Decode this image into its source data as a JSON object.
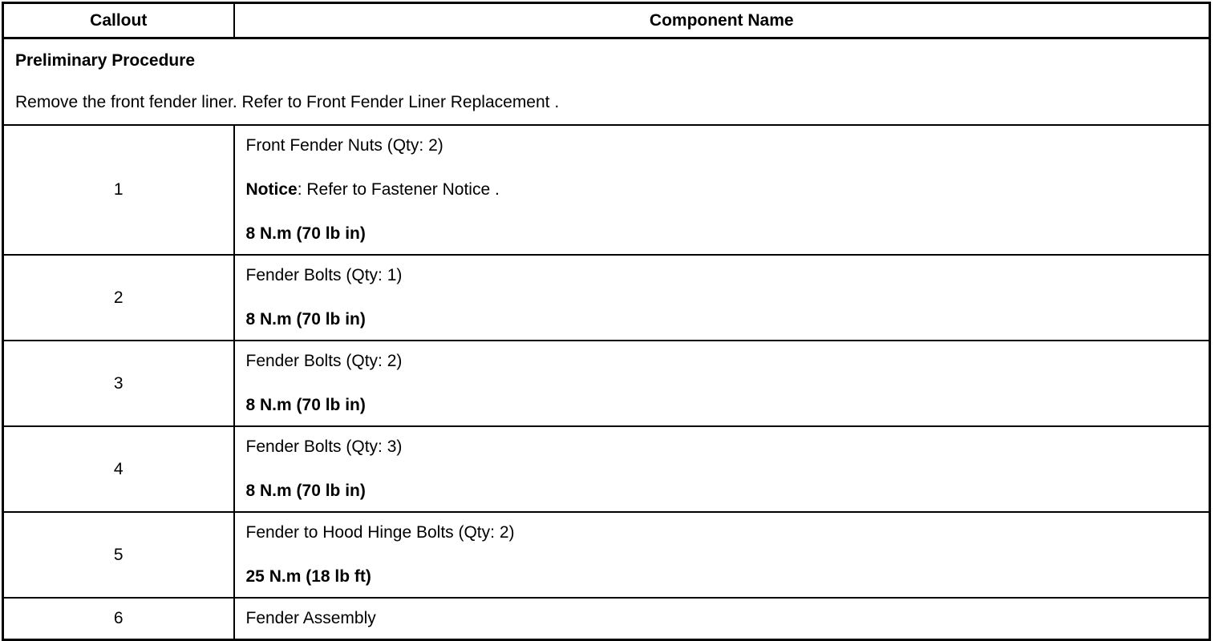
{
  "table": {
    "headers": {
      "callout": "Callout",
      "component_name": "Component Name"
    },
    "preliminary": {
      "title": "Preliminary Procedure",
      "body": "Remove the front fender liner. Refer to Front Fender Liner Replacement ."
    },
    "rows": [
      {
        "callout": "1",
        "name": "Front Fender Nuts (Qty: 2)",
        "notice_label": "Notice",
        "notice_text": ": Refer to Fastener Notice .",
        "torque": "8 N.m (70 lb in)"
      },
      {
        "callout": "2",
        "name": "Fender Bolts (Qty: 1)",
        "torque": "8 N.m (70 lb in)"
      },
      {
        "callout": "3",
        "name": "Fender Bolts (Qty: 2)",
        "torque": "8 N.m (70 lb in)"
      },
      {
        "callout": "4",
        "name": "Fender Bolts (Qty: 3)",
        "torque": "8 N.m (70 lb in)"
      },
      {
        "callout": "5",
        "name": "Fender to Hood Hinge Bolts (Qty: 2)",
        "torque": "25 N.m (18 lb ft)"
      },
      {
        "callout": "6",
        "name": "Fender Assembly"
      }
    ]
  },
  "colors": {
    "border": "#000000",
    "text": "#000000",
    "background": "#ffffff"
  }
}
